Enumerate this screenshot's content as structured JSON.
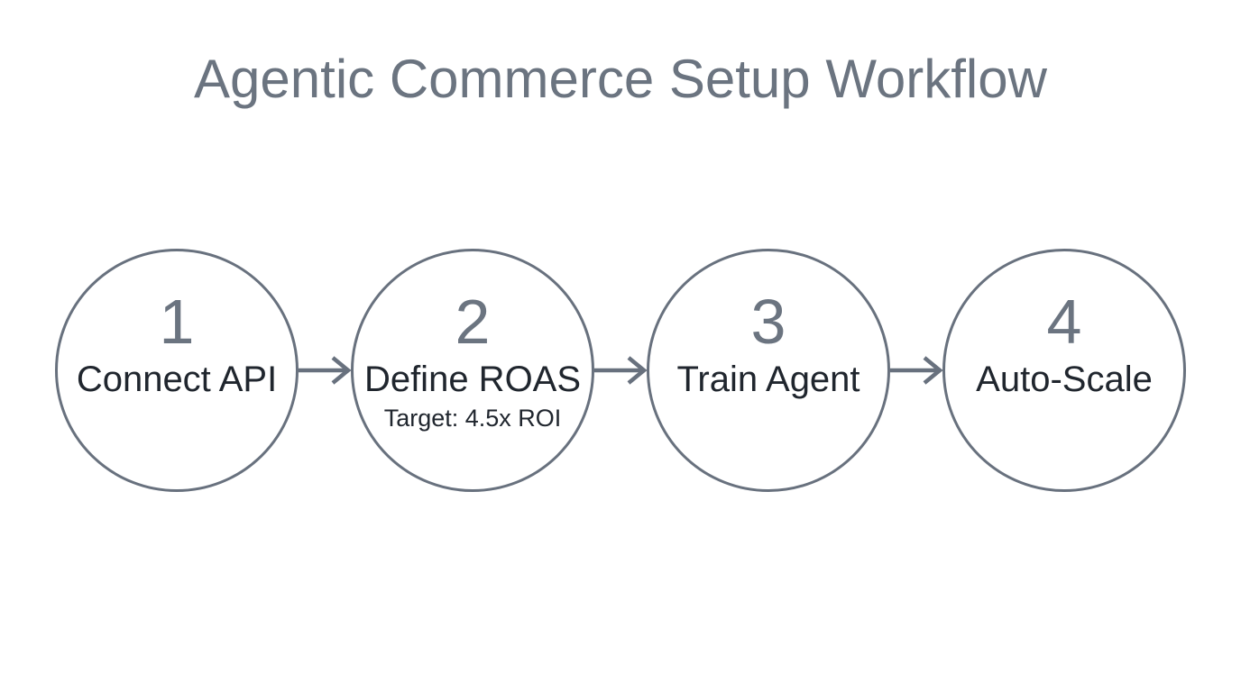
{
  "page": {
    "background_color": "#ffffff"
  },
  "title": {
    "text": "Agentic Commerce Setup Workflow",
    "color": "#6b7480"
  },
  "workflow": {
    "type": "linear-process",
    "direction": "left-to-right",
    "colors": {
      "circle_border": "#68717e",
      "number": "#6b7480",
      "label": "#20262e",
      "arrow": "#68717e"
    },
    "steps": [
      {
        "number": "1",
        "label": "Connect API",
        "sublabel": ""
      },
      {
        "number": "2",
        "label": "Define ROAS",
        "sublabel": "Target: 4.5x ROI"
      },
      {
        "number": "3",
        "label": "Train Agent",
        "sublabel": ""
      },
      {
        "number": "4",
        "label": "Auto-Scale",
        "sublabel": ""
      }
    ]
  }
}
